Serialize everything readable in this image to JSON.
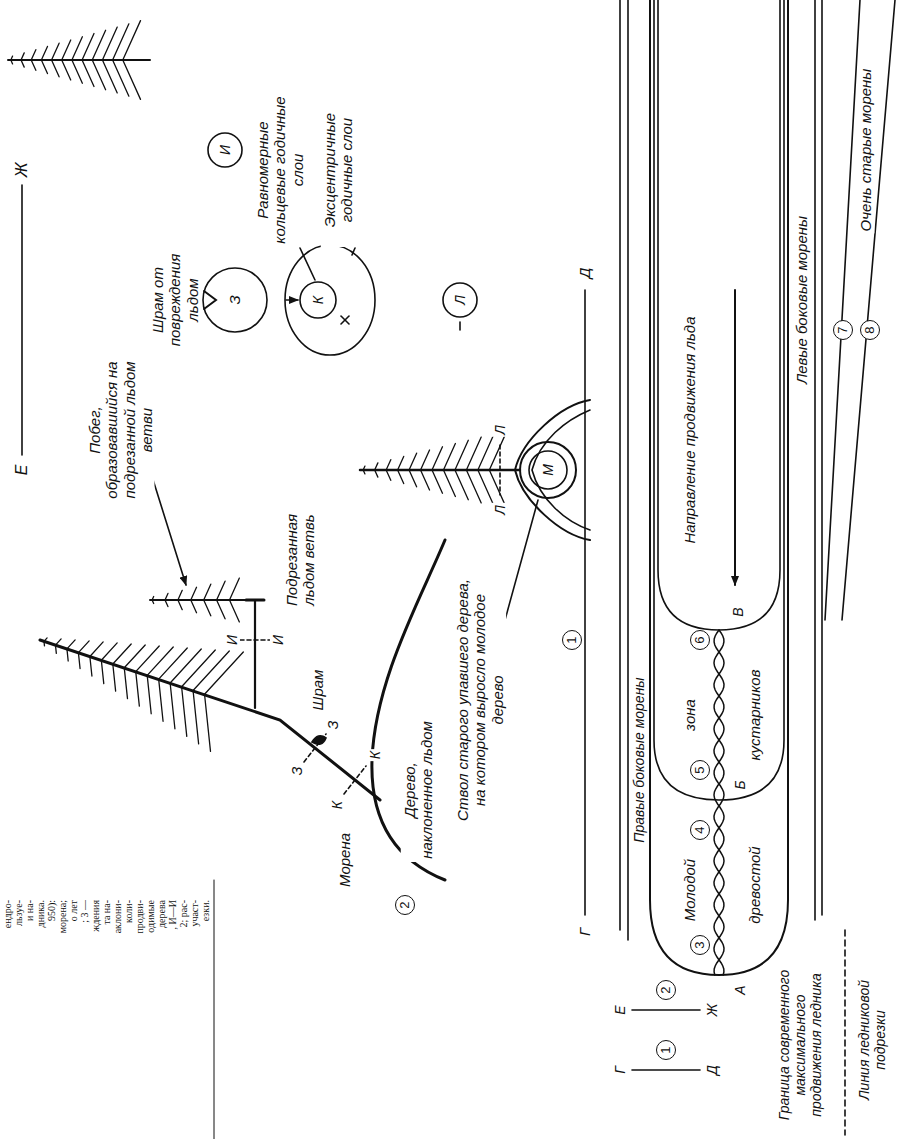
{
  "diagram": {
    "labels": [
      "Е",
      "Ж",
      "Побег, образовавшийся на подрезанной льдом ветви",
      "Шрам от повреждения льдом",
      "З",
      "И",
      "Равномерные кольцевые годичные слои",
      "Эксцентричные годичные слои",
      "К",
      "Подрезанная льдом ветвь",
      "И",
      "И",
      "Шрам",
      "З",
      "З",
      "К",
      "К",
      "Морена",
      "2",
      "Дерево, наклоненное льдом",
      "Л",
      "Ствол старого упавшего дерева, на котором выросло молодое дерево",
      "Л",
      "Л",
      "М",
      "1",
      "Г",
      "Д",
      "8",
      "7",
      "Очень старые морены",
      "Левые боковые морены",
      "Направление продвижения льда",
      "В",
      "6",
      "зона",
      "кустарников",
      "Б",
      "5",
      "4",
      "Молодой",
      "древостой",
      "3",
      "А",
      "Правые боковые морены",
      "Е",
      "2",
      "Ж",
      "Г",
      "1",
      "Д",
      "Граница современного максимального продвижения ледника",
      "Линия ледниковой подрезки",
      "ендро-",
      "льзуе-",
      "и на-",
      "дника.",
      "950):",
      "морена;",
      "о лет",
      "; 3 —",
      "ждения",
      "та на-",
      "аклони-",
      "коли-",
      "продви-",
      "одимые",
      "дерева",
      ", И—И",
      "2; рас-",
      "участ-",
      "езки."
    ]
  }
}
